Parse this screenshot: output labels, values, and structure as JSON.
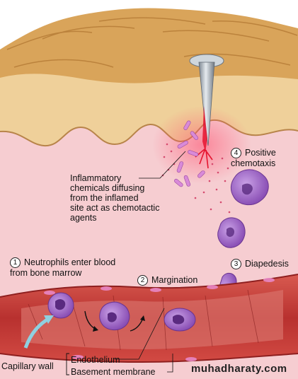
{
  "labels": {
    "chemicals": "Inflammatory\nchemicals diffusing\nfrom the inflamed\nsite act as chemotactic\nagents",
    "step1_num": "1",
    "step1": "Neutrophils enter blood\nfrom bone marrow",
    "step2_num": "2",
    "step2": "Margination",
    "step3_num": "3",
    "step3": "Diapedesis",
    "step4_num": "4",
    "step4": "Positive\nchemotaxis",
    "capillary_wall": "Capillary wall",
    "endothelium": "Endothelium",
    "basement_membrane": "Basement membrane"
  },
  "watermark": "muhadharaty.com",
  "colors": {
    "skin": "#e9c79a",
    "dermis": "#f3c4c8",
    "vessel": "#c9413d",
    "neutrophil": "#9a5fc1",
    "nail": "#a9b3bd",
    "chemical": "#d98ad8"
  }
}
